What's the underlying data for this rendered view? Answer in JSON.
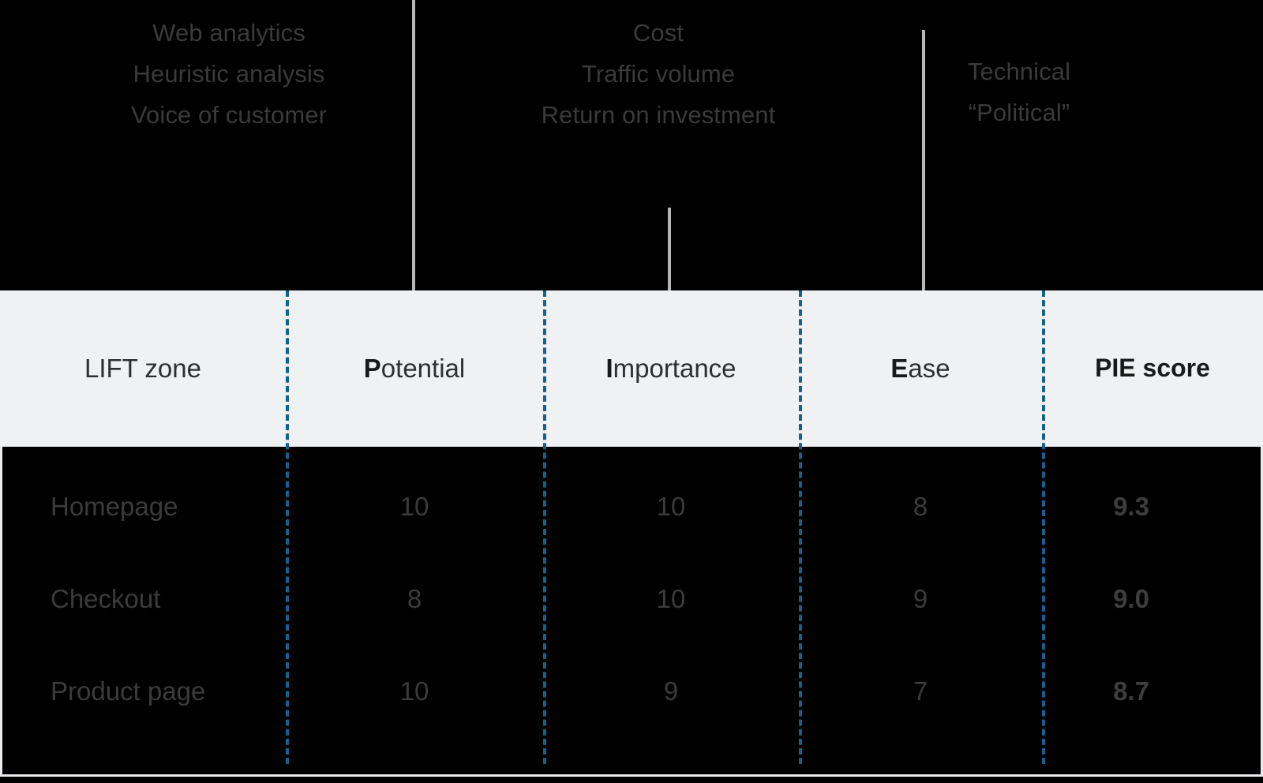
{
  "annotations": [
    {
      "name": "potential-callout",
      "lines": [
        "Web analytics",
        "Heuristic analysis",
        "Voice of customer"
      ]
    },
    {
      "name": "importance-callout",
      "lines": [
        "Cost",
        "Traffic volume",
        "Return on investment"
      ]
    },
    {
      "name": "ease-callout",
      "lines": [
        "Technical",
        "“Political”"
      ]
    }
  ],
  "table": {
    "headers": [
      {
        "lead": "",
        "rest": "LIFT zone",
        "bold": false
      },
      {
        "lead": "P",
        "rest": "otential",
        "bold": false
      },
      {
        "lead": "I",
        "rest": "mportance",
        "bold": false
      },
      {
        "lead": "E",
        "rest": "ase",
        "bold": false
      },
      {
        "lead": "",
        "rest": "PIE score",
        "bold": true
      }
    ],
    "rows": [
      {
        "zone": "Homepage",
        "potential": "10",
        "importance": "10",
        "ease": "8",
        "pie": "9.3"
      },
      {
        "zone": "Checkout",
        "potential": "8",
        "importance": "10",
        "ease": "9",
        "pie": "9.0"
      },
      {
        "zone": "Product page",
        "potential": "10",
        "importance": "9",
        "ease": "7",
        "pie": "8.7"
      }
    ]
  },
  "colors": {
    "background": "#000000",
    "header_band": "#eff1f3",
    "divider_dashed": "#14618c",
    "leader_line": "#b5b7b9",
    "body_text": "#3b3b3b",
    "header_text": "#2f2f2f",
    "annotation_text": "#3a3a3a",
    "frame": "#e8eaec"
  }
}
